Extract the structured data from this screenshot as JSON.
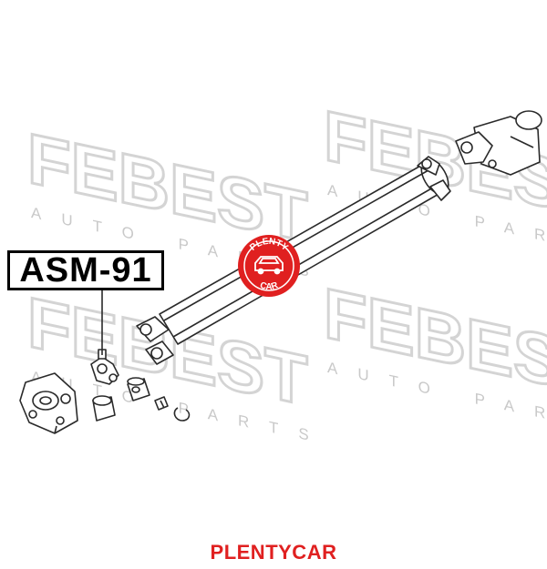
{
  "part_label": "ASM-91",
  "footer_brand": "PLENTYCAR",
  "watermark": {
    "brand": "FEBEST",
    "sub": "AUTO PARTS"
  },
  "badge": {
    "top_text": "PLENTY",
    "bottom_text": "CAR",
    "color": "#e02020"
  },
  "colors": {
    "line": "#2a2a2a",
    "watermark": "#d4d4d4",
    "brand_red": "#e02020"
  }
}
